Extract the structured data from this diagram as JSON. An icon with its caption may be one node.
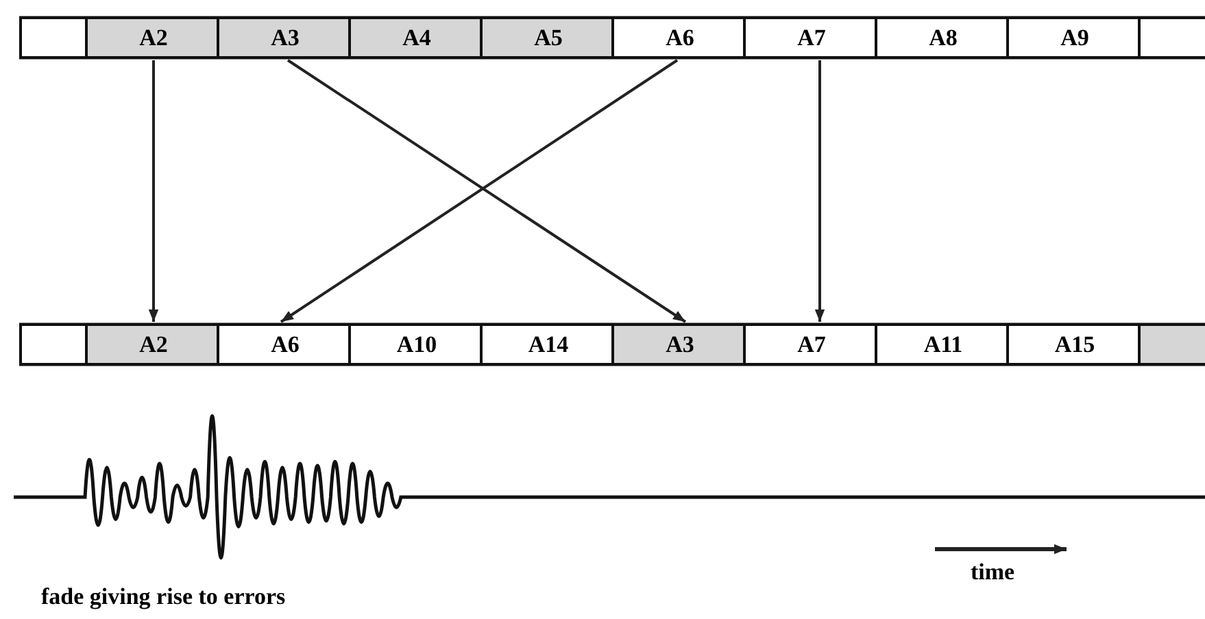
{
  "diagram": {
    "nodes": [
      {
        "text": [],
        "shape": "box"
      },
      {
        "text": [
          "A2"
        ]
      },
      {
        "text": [
          "A3"
        ]
      },
      {
        "text": [
          "A4"
        ]
      },
      {
        "text": [
          "A5"
        ]
      },
      {
        "text": [
          "A6"
        ]
      },
      {
        "text": [
          "A7"
        ]
      },
      {
        "text": [
          "A8"
        ]
      },
      {
        "text": [
          "A9"
        ]
      },
      {
        "text": [],
        "shape": "box"
      },
      {
        "text": [],
        "shape": "box"
      },
      {
        "text": [
          "A2"
        ]
      },
      {
        "text": [
          "A6"
        ]
      },
      {
        "text": [
          "A10"
        ]
      },
      {
        "text": [
          "A14"
        ]
      },
      {
        "text": [
          "A3"
        ]
      },
      {
        "text": [
          "A7"
        ]
      },
      {
        "text": [
          "A11"
        ]
      },
      {
        "text": [
          "A15"
        ]
      },
      {
        "text": [],
        "shape": "box"
      }
    ],
    "edges": [
      {
        "from": 1,
        "to": 11,
        "arrow": "to"
      },
      {
        "from": 2,
        "to": 15,
        "arrow": "to"
      },
      {
        "from": 5,
        "to": 12,
        "arrow": "to"
      },
      {
        "from": 6,
        "to": 16,
        "arrow": "to"
      }
    ],
    "labels": [
      "fade giving rise to errors",
      "time"
    ]
  }
}
